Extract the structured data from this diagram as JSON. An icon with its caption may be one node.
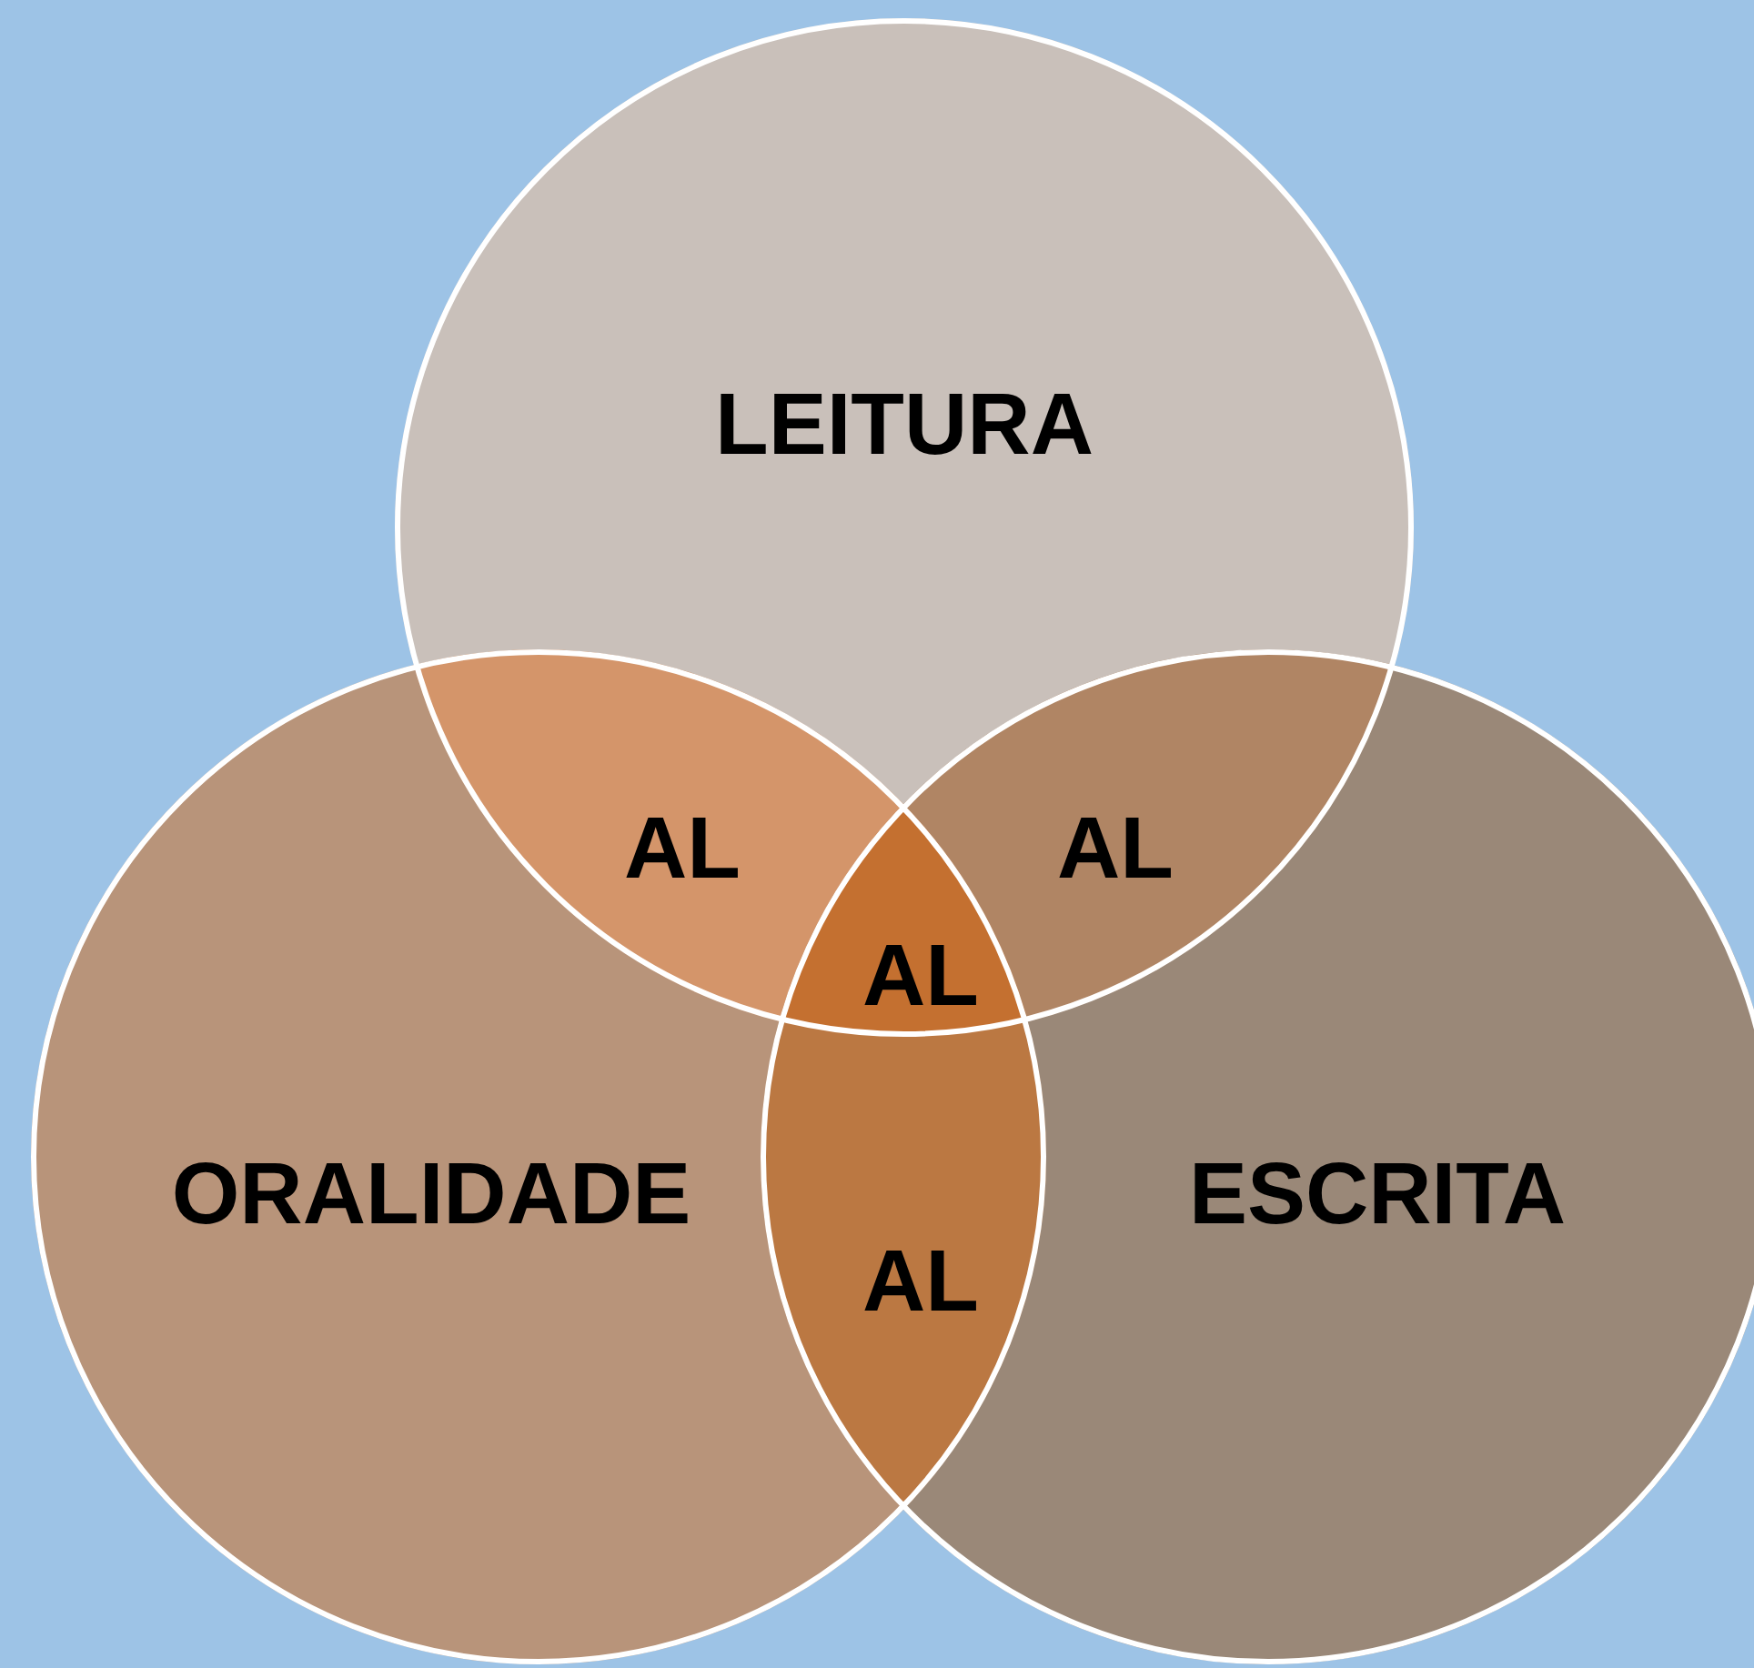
{
  "diagram": {
    "nodes": [
      {
        "text": [
          "LEITURA"
        ]
      },
      {
        "text": [
          "ORALIDADE"
        ]
      },
      {
        "text": [
          "ESCRITA"
        ]
      }
    ],
    "labels": [
      "AL",
      "AL",
      "AL",
      "AL"
    ]
  }
}
